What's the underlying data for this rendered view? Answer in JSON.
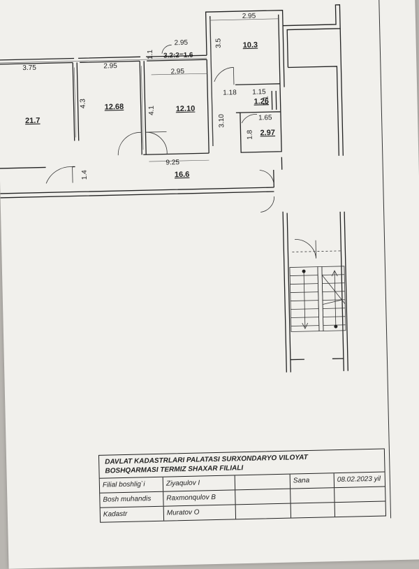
{
  "plan": {
    "dimensions": [
      "3.75",
      "2.95",
      "2.95",
      "2.95",
      "2.95",
      "3.2:2=1.6",
      "1.1",
      "4.3",
      "4.1",
      "3.5",
      "1.18",
      "1.15",
      "1.1",
      "1.65",
      "3.10",
      "1.8",
      "9.25",
      "1.4"
    ],
    "rooms": [
      "21.7",
      "12.68",
      "12.10",
      "10.3",
      "1.26",
      "2.97",
      "16.6"
    ]
  },
  "title_block": {
    "header_line1": "DAVLAT KADASTRLARI PALATASI  SURXONDARYO VILOYAT",
    "header_line2": "BOSHQARMASI TERMIZ SHAXAR FILIALI",
    "rows": [
      [
        "Filial boshlig`i",
        "Ziyaqulov I",
        "",
        "Sana",
        "08.02.2023 yil"
      ],
      [
        "Bosh muhandis",
        "Raxmonqulov B",
        "",
        "",
        ""
      ],
      [
        "Kadastr",
        "Muratov O",
        "",
        "",
        ""
      ]
    ]
  }
}
